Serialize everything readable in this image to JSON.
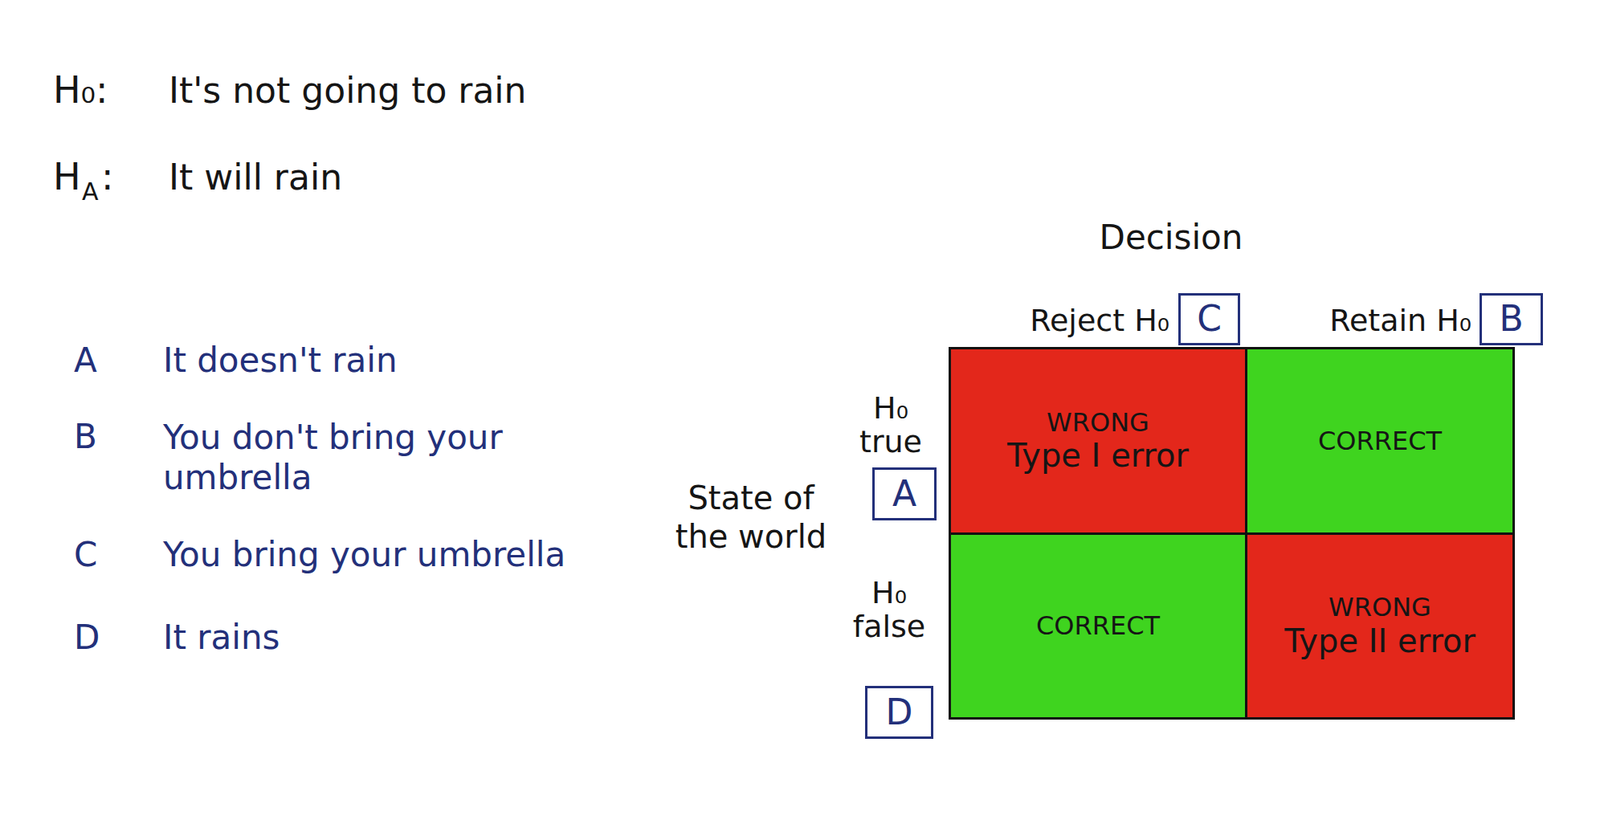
{
  "diagram": {
    "nodes": [
      {
        "text": [
          "C"
        ]
      },
      {
        "text": [
          "B"
        ]
      },
      {
        "text": [
          "A"
        ]
      },
      {
        "text": [
          "D"
        ]
      },
      {
        "text": [
          "WRONG",
          "Type I error"
        ]
      },
      {
        "text": [
          "CORRECT"
        ]
      },
      {
        "text": [
          "CORRECT"
        ]
      },
      {
        "text": [
          "WRONG",
          "Type II error"
        ]
      }
    ],
    "labels": [
      "H₀:",
      "It's not going to rain",
      "H",
      "A",
      ":",
      "It will rain",
      "A",
      "It doesn't rain",
      "B",
      "You don't bring your umbrella",
      "C",
      "You bring your umbrella",
      "D",
      "It rains",
      "Decision",
      "Reject H₀",
      "Retain H₀",
      "State of the world",
      "H₀ true",
      "H₀ false"
    ]
  }
}
